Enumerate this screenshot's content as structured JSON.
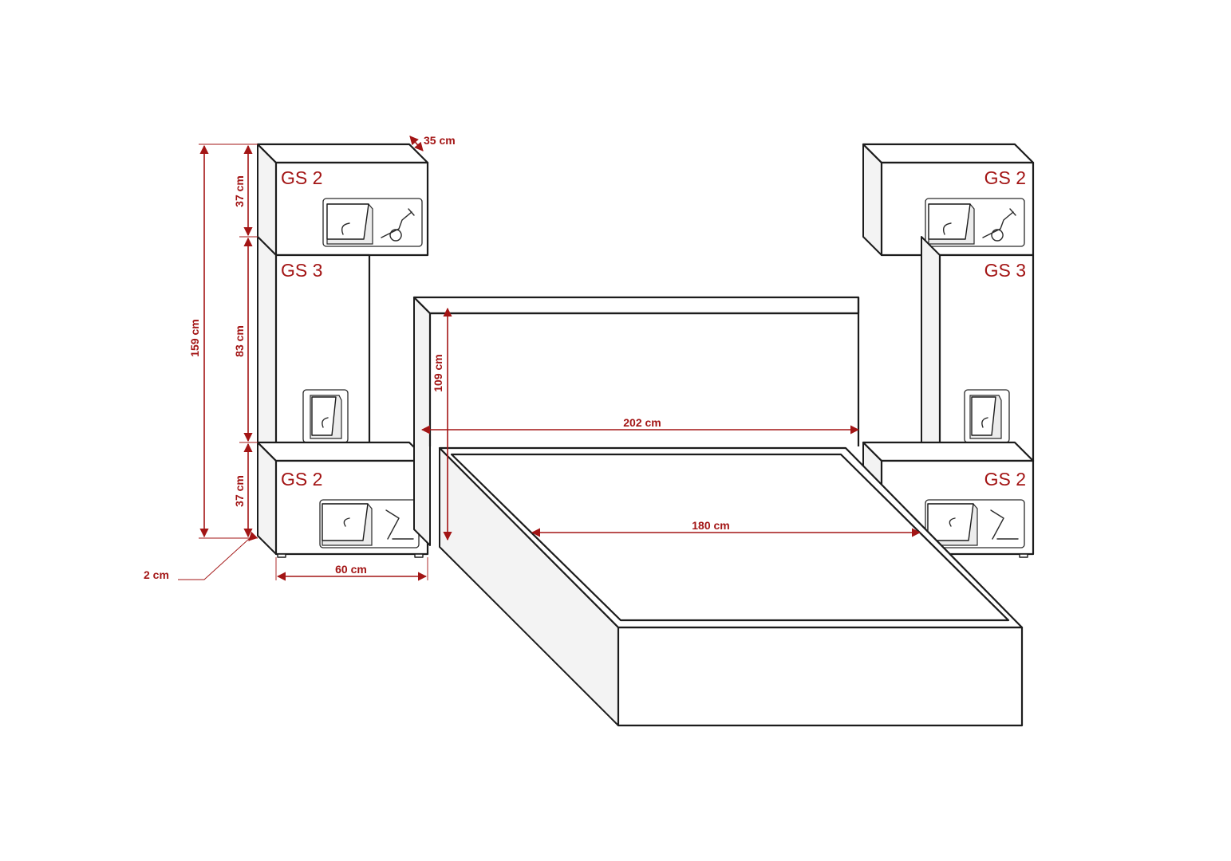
{
  "modules": {
    "left_top": "GS 2",
    "left_mid": "GS 3",
    "left_bottom": "GS 2",
    "right_top": "GS 2",
    "right_mid": "GS 3",
    "right_bottom": "GS 2"
  },
  "dimensions": {
    "depth": "35 cm",
    "total_height": "159 cm",
    "top_height": "37 cm",
    "mid_height": "83 cm",
    "bottom_height": "37 cm",
    "gap": "2 cm",
    "width": "60 cm",
    "headboard_height": "109 cm",
    "bed_length": "202 cm",
    "bed_width": "180 cm"
  },
  "colors": {
    "annotation": "#a31515",
    "outline": "#1c1c1c"
  }
}
